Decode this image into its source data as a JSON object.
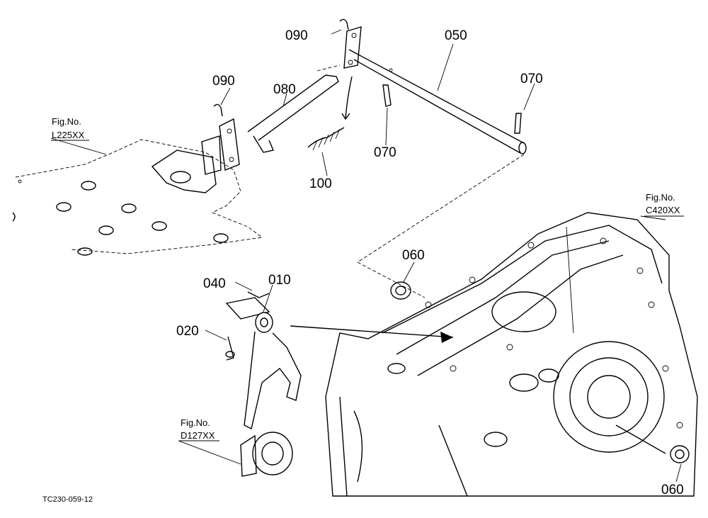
{
  "parts": {
    "p090a": "090",
    "p050": "050",
    "p090b": "090",
    "p080": "080",
    "p070a": "070",
    "p070b": "070",
    "p100": "100",
    "p060a": "060",
    "p060b": "060",
    "p040": "040",
    "p010": "010",
    "p020": "020"
  },
  "refs": {
    "l225": {
      "caption": "Fig.No.",
      "code": "L225XX"
    },
    "c420": {
      "caption": "Fig.No.",
      "code": "C420XX"
    },
    "d127": {
      "caption": "Fig.No.",
      "code": "D127XX"
    }
  },
  "drawing_code": "TC230-059-12"
}
